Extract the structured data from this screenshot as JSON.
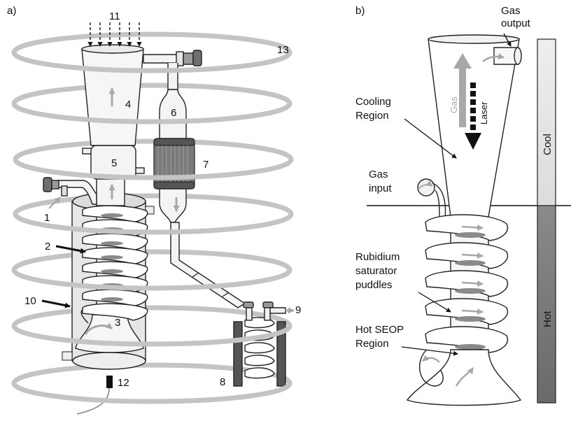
{
  "panels": {
    "a": {
      "label": "a)"
    },
    "b": {
      "label": "b)"
    }
  },
  "panel_a_callouts": [
    "1",
    "2",
    "3",
    "4",
    "5",
    "6",
    "7",
    "8",
    "9",
    "10",
    "11",
    "12",
    "13"
  ],
  "panel_b": {
    "gas_output": [
      "Gas",
      "output"
    ],
    "cooling_region": [
      "Cooling",
      "Region"
    ],
    "gas_input": [
      "Gas",
      "input"
    ],
    "rubidium": [
      "Rubidium",
      "saturator",
      "puddles"
    ],
    "hot_seop": [
      "Hot SEOP",
      "Region"
    ],
    "gas_arrow_label": "Gas",
    "laser_arrow_label": "Laser",
    "bar_cool": "Cool",
    "bar_hot": "Hot"
  },
  "colors": {
    "outline": "#222222",
    "rings": "#bdbdbd",
    "glass_fill": "#f2f2f2",
    "cylinder_fill": "#e4e4e4",
    "puddle": "#8a8a8a",
    "grey_arrow": "#a8a8a8",
    "cool_bar": "#e6e6e6",
    "hot_bar": "#777777"
  }
}
